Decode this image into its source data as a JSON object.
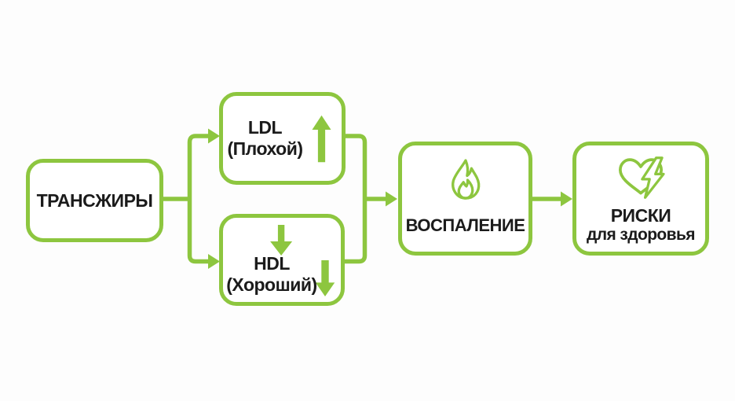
{
  "diagram": {
    "accent_color": "#8dc63f",
    "text_color": "#1b1b1b",
    "background_color": "#fdfdfd",
    "nodes": {
      "transfats": {
        "label": "ТРАНСЖИРЫ"
      },
      "ldl": {
        "line1": "LDL",
        "line2": "(Плохой)",
        "trend": "up",
        "trend_icon": "arrow-up-icon"
      },
      "hdl": {
        "line1": "HDL",
        "line2": "(Хороший)",
        "trend": "down",
        "trend_icons": [
          "arrow-down-icon",
          "arrow-down-icon"
        ]
      },
      "inflammation": {
        "label": "ВОСПАЛЕНИЕ",
        "icon": "flame-icon"
      },
      "risks": {
        "line1": "РИСКИ",
        "line2": "для здоровья",
        "icon": "heart-lightning-icon"
      }
    },
    "edges": [
      {
        "from": "transfats",
        "to": "ldl"
      },
      {
        "from": "transfats",
        "to": "hdl"
      },
      {
        "from": "ldl",
        "to": "inflammation"
      },
      {
        "from": "hdl",
        "to": "inflammation"
      },
      {
        "from": "inflammation",
        "to": "risks"
      }
    ]
  }
}
